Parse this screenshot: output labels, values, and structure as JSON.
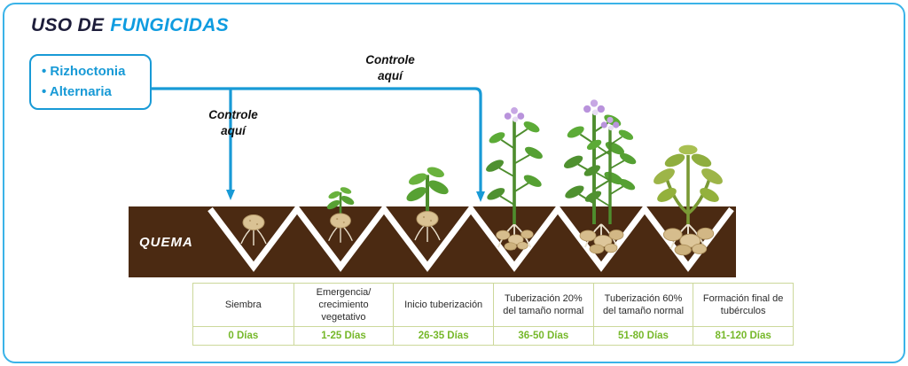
{
  "title": {
    "prefix": "USO DE",
    "highlight": "FUNGICIDAS"
  },
  "pathogen_box": {
    "items": [
      "• Rizhoctonia",
      "• Alternaria"
    ]
  },
  "annotations": [
    {
      "label": "Controle aquí",
      "points_to": "Siembra"
    },
    {
      "label": "Controle aquí",
      "points_to": "Tuberización 20% del tamaño normal"
    }
  ],
  "soil": {
    "quema_label": "QUEMA"
  },
  "stages": [
    {
      "label": "Siembra",
      "days": "0 Días",
      "icon": "seed-potato-icon"
    },
    {
      "label": "Emergencia/ crecimiento vegetativo",
      "days": "1-25 Días",
      "icon": "sprout-icon"
    },
    {
      "label": "Inicio tuberización",
      "days": "26-35 Días",
      "icon": "seedling-icon"
    },
    {
      "label": "Tuberización 20% del tamaño normal",
      "days": "36-50 Días",
      "icon": "flowering-plant-icon"
    },
    {
      "label": "Tuberización 60% del tamaño normal",
      "days": "51-80 Días",
      "icon": "mature-plant-icon"
    },
    {
      "label": "Formación final de tubérculos",
      "days": "81-120 Días",
      "icon": "senescing-plant-icon"
    }
  ],
  "colors": {
    "accent_blue": "#189ad6",
    "title_blue": "#0f9ce0",
    "soil_brown": "#4b2a12",
    "days_green": "#76b82a",
    "table_border": "#ccd89b",
    "border_blue": "#3ab3e8"
  }
}
